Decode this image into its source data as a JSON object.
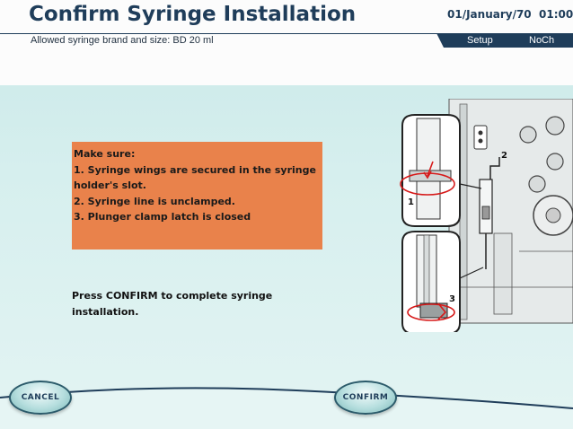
{
  "header": {
    "title": "Confirm Syringe Installation",
    "date": "01/January/70",
    "time": "01:00",
    "subtitle": "Allowed syringe brand and size: BD 20 ml",
    "tabs": [
      {
        "label": "Setup"
      },
      {
        "label": "NoCh"
      }
    ]
  },
  "main": {
    "warning_lines": [
      "Make sure:",
      "1. Syringe wings are secured in the syringe",
      "holder's slot.",
      "2. Syringe line is unclamped.",
      "3. Plunger clamp latch is closed"
    ],
    "instruction": "Press CONFIRM to complete syringe installation.",
    "illustration_callouts": [
      "1",
      "2",
      "3"
    ]
  },
  "footer": {
    "cancel_label": "CANCEL",
    "confirm_label": "CONFIRM"
  },
  "colors": {
    "header_text": "#1f3d5a",
    "warning_bg": "#e9824b",
    "page_bg": "#cdeaea"
  }
}
